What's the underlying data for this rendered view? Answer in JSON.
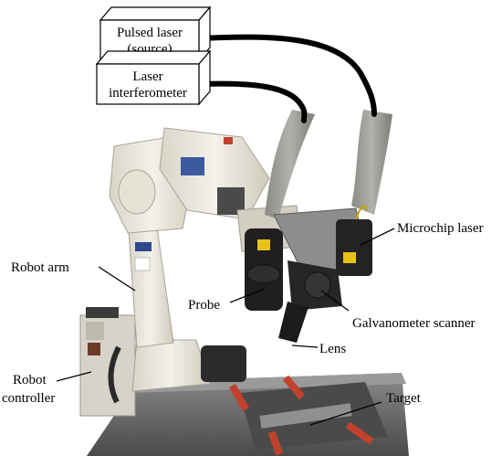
{
  "boxes": {
    "pulsed_laser_line1": "Pulsed laser",
    "pulsed_laser_line2": "(source)",
    "interferometer_line1": "Laser",
    "interferometer_line2": "interferometer"
  },
  "labels": {
    "microchip_laser": "Microchip laser",
    "robot_arm": "Robot arm",
    "probe": "Probe",
    "galvanometer_scanner": "Galvanometer scanner",
    "lens": "Lens",
    "robot_controller_line1": "Robot",
    "robot_controller_line2": "controller",
    "target": "Target"
  },
  "colors": {
    "robot_body": "#ece9df",
    "robot_shadow": "#c9c4b6",
    "sleeve": "#9c9a95",
    "sleeve_dark": "#7b7975",
    "table": "#6d6d6d",
    "table_dark": "#3f3f3f",
    "probe_black": "#1e1e1e",
    "handle_red": "#c2412c",
    "laser_yellow": "#e8c21a"
  },
  "icons": [
    "box-3d-icon",
    "robot-arm-illustration",
    "cable-line"
  ]
}
